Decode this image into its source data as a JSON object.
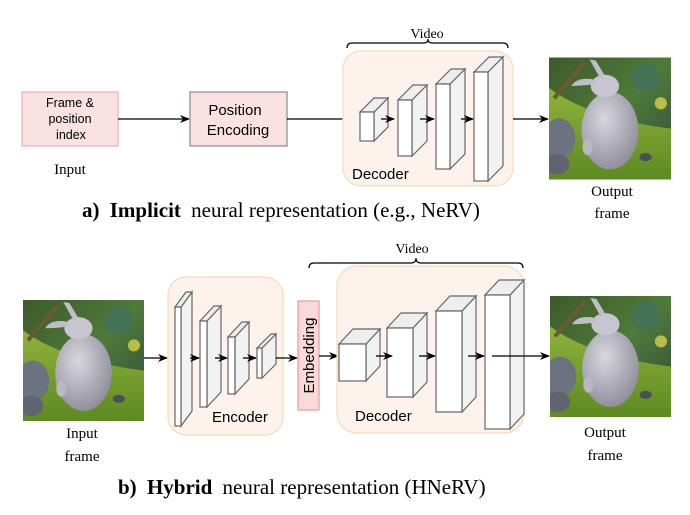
{
  "colors": {
    "input_box_fill": "#fbe2e2",
    "input_box_stroke": "#e8a0a0",
    "pos_enc_fill": "#fbe2e2",
    "pos_enc_stroke": "#8a8a8a",
    "module_panel_fill": "#fdf3ec",
    "module_panel_stroke": "#f3dcb8",
    "embedding_fill": "#f9d9d9",
    "embedding_stroke": "#e39b9b",
    "grass": "#6f9b2a",
    "bunny": "#a4a2ad"
  },
  "panel_a": {
    "input_box_label": [
      "Frame &",
      "position",
      "index"
    ],
    "input_caption": "Input",
    "position_encoding_label": [
      "Position",
      "Encoding"
    ],
    "decoder_label": "Decoder",
    "brace_label": "Video",
    "output_caption": [
      "Output",
      "frame"
    ],
    "image_description": "bunny-frame",
    "caption_prefix": "a)",
    "caption_bold": "Implicit",
    "caption_rest": "neural representation (e.g., NeRV)"
  },
  "panel_b": {
    "input_caption": [
      "Input",
      "frame"
    ],
    "encoder_label": "Encoder",
    "embedding_label": "Embedding",
    "decoder_label": "Decoder",
    "brace_label": "Video",
    "output_caption": [
      "Output",
      "frame"
    ],
    "image_description": "bunny-frame",
    "caption_prefix": "b)",
    "caption_bold": "Hybrid",
    "caption_rest": "neural representation (HNeRV)"
  }
}
